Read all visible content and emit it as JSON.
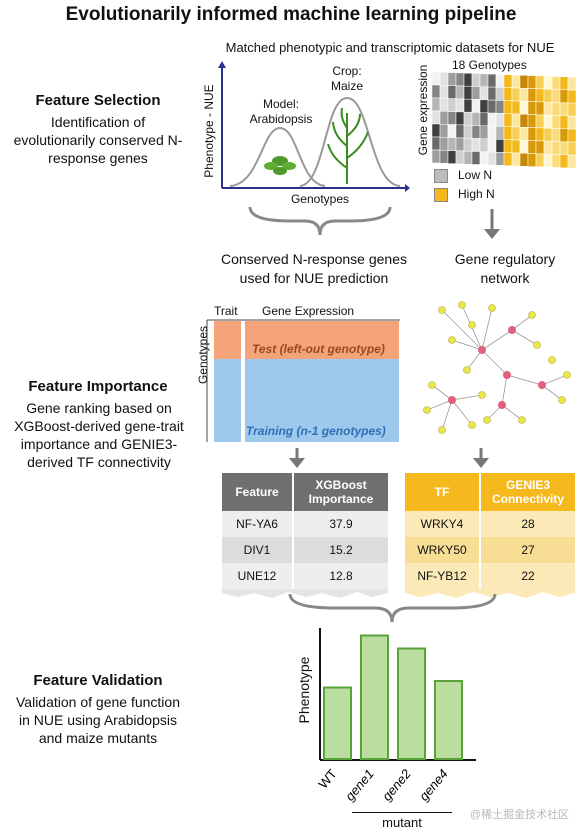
{
  "title": "Evolutionarily informed machine learning pipeline",
  "sections": {
    "feature_selection": {
      "title": "Feature Selection",
      "desc": "Identification of evolutionarily conserved N-response genes"
    },
    "feature_importance": {
      "title": "Feature Importance",
      "desc": "Gene ranking based on XGBoost-derived gene-trait importance and GENIE3-derived TF connectivity"
    },
    "feature_validation": {
      "title": "Feature Validation",
      "desc": "Validation of gene function in NUE using Arabidopsis and maize mutants"
    }
  },
  "datasets_label": "Matched phenotypic and transcriptomic datasets for NUE",
  "curve_plot": {
    "y_label": "Phenotype - NUE",
    "x_label": "Genotypes",
    "model_label": "Model: Arabidopsis",
    "crop_label": "Crop: Maize"
  },
  "heatmap": {
    "genotypes_label": "18 Genotypes",
    "y_label": "Gene expression",
    "legend_low": "Low N",
    "legend_high": "High N",
    "low_color": "#bdbdbd",
    "high_color": "#f2b81c"
  },
  "conserved_label": "Conserved N-response genes used for NUE prediction",
  "grn_label": "Gene regulatory network",
  "ml_box": {
    "trait_label": "Trait",
    "gene_expr_label": "Gene Expression",
    "genotypes_label": "Genotypes",
    "test_label": "Test (left-out genotype)",
    "training_label": "Training (n-1 genotypes)",
    "test_color": "#f4a37a",
    "train_color": "#9ec8ec"
  },
  "xgb_table": {
    "headers": [
      "Feature",
      "XGBoost Importance"
    ],
    "rows": [
      [
        "NF-YA6",
        "37.9"
      ],
      [
        "DIV1",
        "15.2"
      ],
      [
        "UNE12",
        "12.8"
      ]
    ]
  },
  "genie_table": {
    "headers": [
      "TF",
      "GENIE3 Connectivity"
    ],
    "rows": [
      [
        "WRKY4",
        "28"
      ],
      [
        "WRKY50",
        "27"
      ],
      [
        "NF-YB12",
        "22"
      ]
    ]
  },
  "bar_chart": {
    "y_label": "Phenotype",
    "categories": [
      "WT",
      "gene1",
      "gene2",
      "gene4"
    ],
    "group_label": "mutant",
    "bar_color": "#b9dea0",
    "bar_edge": "#5aa33b"
  },
  "chart_data": {
    "type": "bar",
    "categories": [
      "WT",
      "gene1",
      "gene2",
      "gene4"
    ],
    "values": [
      0.55,
      0.95,
      0.85,
      0.6
    ],
    "ylabel": "Phenotype"
  },
  "watermark": "@稀土掘金技术社区"
}
